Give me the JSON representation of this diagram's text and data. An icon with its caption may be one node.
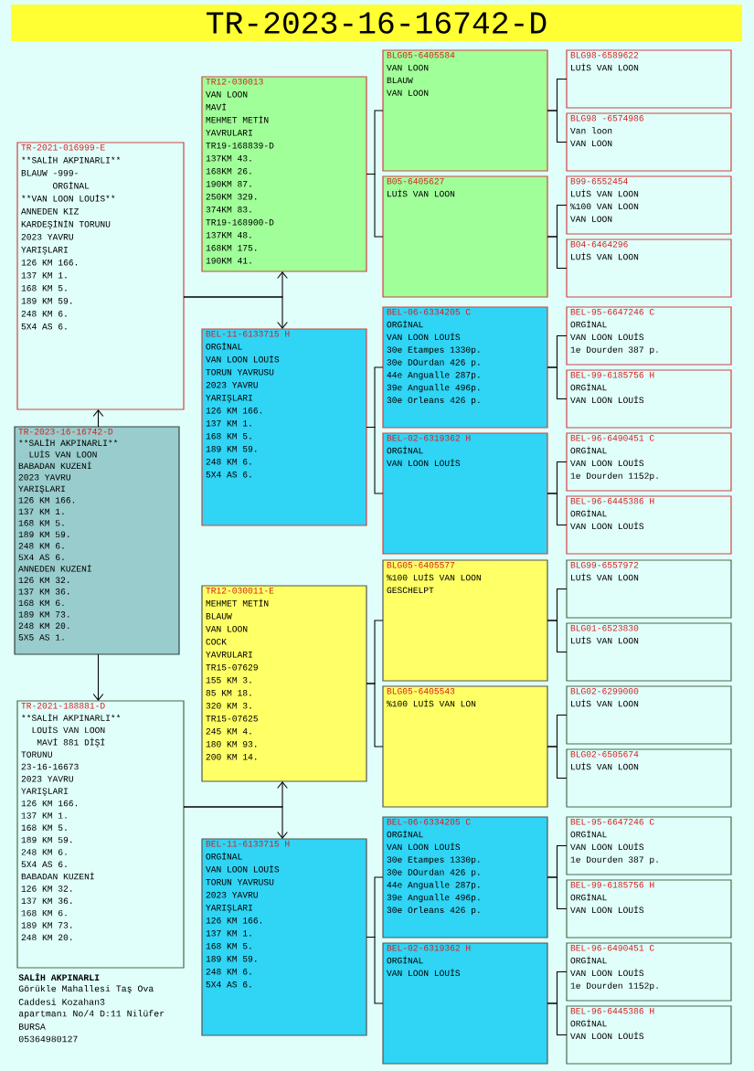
{
  "diagram": {
    "title": "TR-2023-16-16742-D",
    "nodes": [
      {
        "text": [
          "TR-2021-016999-E",
          "**SALİH AKPINARLI**",
          "BLAUW -999-",
          "ORGİNAL",
          "**VAN LOON LOUİS**",
          "ANNEDEN KIZ",
          "KARDEŞİNİN TORUNU",
          "2023 YAVRU",
          "YARIŞLARI",
          "126 KM 166.",
          "137 KM 1.",
          "168 KM 5.",
          "189 KM 59.",
          "248 KM 6.",
          "5X4 AS 6."
        ]
      },
      {
        "text": [
          "TR-2023-16-16742-D",
          "**SALİH AKPINARLI**",
          "LUİS VAN LOON",
          "BABADAN KUZENİ",
          "2023 YAVRU",
          "YARIŞLARI",
          "126 KM 166.",
          "137 KM 1.",
          "168 KM 5.",
          "189 KM 59.",
          "248 KM 6.",
          "5X4 AS 6.",
          "ANNEDEN KUZENİ",
          "126 KM 32.",
          "137 KM 36.",
          "168 KM 6.",
          "189 KM 73.",
          "248 KM 20.",
          "5X5 AS 1."
        ]
      },
      {
        "text": [
          "TR-2021-188881-D",
          "**SALİH AKPINARLI**",
          "LOUİS VAN LOON",
          "MAVİ 881 DİŞİ",
          "TORUNU",
          "23-16-16673",
          "2023 YAVRU",
          "YARIŞLARI",
          "126 KM 166.",
          "137 KM 1.",
          "168 KM 5.",
          "189 KM 59.",
          "248 KM 6.",
          "5X4 AS 6.",
          "BABADAN KUZENİ",
          "126 KM 32.",
          "137 KM 36.",
          "168 KM 6.",
          "189 KM 73.",
          "248 KM 20."
        ]
      },
      {
        "text": [
          "TR12-030013",
          "VAN LOON",
          "MAVİ",
          "MEHMET METİN",
          "YAVRULARI",
          "TR19-168839-D",
          "137KM 43.",
          "168KM 26.",
          "190KM 87.",
          "250KM 329.",
          "374KM 83.",
          "TR19-168900-D",
          "137KM 48.",
          "168KM 175.",
          "190KM 41."
        ]
      },
      {
        "text": [
          "BEL-11-6133715 H",
          "ORGİNAL",
          "VAN LOON LOUİS",
          "TORUN YAVRUSU",
          "2023 YAVRU",
          "YARIŞLARI",
          "126 KM 166.",
          "137 KM 1.",
          "168 KM 5.",
          "189 KM 59.",
          "248 KM 6.",
          "5X4 AS 6."
        ]
      },
      {
        "text": [
          "TR12-030011-E",
          "MEHMET METİN",
          "BLAUW",
          "VAN LOON",
          "COCK",
          "YAVRULARI",
          "TR15-07629",
          "155 KM 3.",
          "85 KM 18.",
          "320 KM 3.",
          "TR15-07625",
          "245 KM 4.",
          "180 KM 93.",
          "200 KM 14."
        ]
      },
      {
        "text": [
          "BEL-11-6133715 H",
          "ORGİNAL",
          "VAN LOON LOUİS",
          "TORUN YAVRUSU",
          "2023 YAVRU",
          "YARIŞLARI",
          "126 KM 166.",
          "137 KM 1.",
          "168 KM 5.",
          "189 KM 59.",
          "248 KM 6.",
          "5X4 AS 6."
        ]
      },
      {
        "text": [
          "BLG05-6405584",
          "VAN LOON",
          "BLAUW",
          "VAN LOON"
        ]
      },
      {
        "text": [
          "B05-6405627",
          "LUİS VAN LOON"
        ]
      },
      {
        "text": [
          "BEL-06-6334205 C",
          "ORGİNAL",
          "VAN LOON LOUİS",
          "30e Etampes 1330p.",
          "30e DOurdan 426 p.",
          "44e Angualle 287p.",
          "39e Angualle 496p.",
          "30e Orleans 426 p."
        ]
      },
      {
        "text": [
          "BEL-02-6319362 H",
          "ORGİNAL",
          "VAN LOON LOUİS"
        ]
      },
      {
        "text": [
          "BLG05-6405577",
          "%100 LUİS VAN LOON",
          "GESCHELPT"
        ]
      },
      {
        "text": [
          "BLG05-6405543",
          "%100 LUİS VAN LON"
        ]
      },
      {
        "text": [
          "BEL-06-6334205 C",
          "ORGİNAL",
          "VAN LOON LOUİS",
          "30e Etampes 1330p.",
          "30e DOurdan 426 p.",
          "44e Angualle 287p.",
          "39e Angualle 496p.",
          "30e Orleans 426 p."
        ]
      },
      {
        "text": [
          "BEL-02-6319362 H",
          "ORGİNAL",
          "VAN LOON LOUİS"
        ]
      },
      {
        "text": [
          "BLG98-6589622",
          "LUİS VAN LOON"
        ]
      },
      {
        "text": [
          "BLG98 -6574986",
          "Van loon",
          "VAN LOON"
        ]
      },
      {
        "text": [
          "B99-6552454",
          "LUİS VAN LOON",
          "%100 VAN LOON",
          "VAN LOON"
        ]
      },
      {
        "text": [
          "B04-6464296",
          "LUİS VAN LOON"
        ]
      },
      {
        "text": [
          "BEL-95-6647246 C",
          "ORGİNAL",
          "VAN LOON LOUİS",
          "1e Dourden 387 p."
        ]
      },
      {
        "text": [
          "BEL-99-6185756 H",
          "ORGİNAL",
          "VAN LOON LOUİS"
        ]
      },
      {
        "text": [
          "BEL-96-6490451 C",
          "ORGİNAL",
          "VAN LOON LOUİS",
          "1e Dourden 1152p."
        ]
      },
      {
        "text": [
          "BEL-96-6445386 H",
          "ORGİNAL",
          "VAN LOON LOUİS"
        ]
      },
      {
        "text": [
          "BLG99-6557972",
          "LUİS VAN LOON"
        ]
      },
      {
        "text": [
          "BLG01-6523830",
          "LUİS VAN LOON"
        ]
      },
      {
        "text": [
          "BLG02-6299000",
          "LUİS VAN LOON"
        ]
      },
      {
        "text": [
          "BLG02-6505674",
          "LUİS VAN LOON"
        ]
      },
      {
        "text": [
          "BEL-95-6647246 C",
          "ORGİNAL",
          "VAN LOON LOUİS",
          "1e Dourden 387 p."
        ]
      },
      {
        "text": [
          "BEL-99-6185756 H",
          "ORGİNAL",
          "VAN LOON LOUİS"
        ]
      },
      {
        "text": [
          "BEL-96-6490451 C",
          "ORGİNAL",
          "VAN LOON LOUİS",
          "1e Dourden 1152p."
        ]
      },
      {
        "text": [
          "BEL-96-6445386 H",
          "ORGİNAL",
          "VAN LOON LOUİS"
        ]
      }
    ],
    "edges": [
      {
        "from": 1,
        "to": 0,
        "arrow": "to"
      },
      {
        "from": 1,
        "to": 2,
        "arrow": "to"
      },
      {
        "from": 0,
        "to": 3,
        "arrow": "to"
      },
      {
        "from": 0,
        "to": 4,
        "arrow": "to"
      },
      {
        "from": 2,
        "to": 5,
        "arrow": "to"
      },
      {
        "from": 2,
        "to": 6,
        "arrow": "to"
      },
      {
        "from": 3,
        "to": 7,
        "arrow": "none"
      },
      {
        "from": 3,
        "to": 8,
        "arrow": "none"
      },
      {
        "from": 4,
        "to": 9,
        "arrow": "none"
      },
      {
        "from": 4,
        "to": 10,
        "arrow": "none"
      },
      {
        "from": 5,
        "to": 11,
        "arrow": "none"
      },
      {
        "from": 5,
        "to": 12,
        "arrow": "none"
      },
      {
        "from": 6,
        "to": 13,
        "arrow": "none"
      },
      {
        "from": 6,
        "to": 14,
        "arrow": "none"
      },
      {
        "from": 7,
        "to": 15,
        "arrow": "none"
      },
      {
        "from": 7,
        "to": 16,
        "arrow": "none"
      },
      {
        "from": 8,
        "to": 17,
        "arrow": "none"
      },
      {
        "from": 8,
        "to": 18,
        "arrow": "none"
      },
      {
        "from": 9,
        "to": 19,
        "arrow": "none"
      },
      {
        "from": 9,
        "to": 20,
        "arrow": "none"
      },
      {
        "from": 10,
        "to": 21,
        "arrow": "none"
      },
      {
        "from": 10,
        "to": 22,
        "arrow": "none"
      },
      {
        "from": 11,
        "to": 23,
        "arrow": "none"
      },
      {
        "from": 11,
        "to": 24,
        "arrow": "none"
      },
      {
        "from": 12,
        "to": 25,
        "arrow": "none"
      },
      {
        "from": 12,
        "to": 26,
        "arrow": "none"
      },
      {
        "from": 13,
        "to": 27,
        "arrow": "none"
      },
      {
        "from": 13,
        "to": 28,
        "arrow": "none"
      },
      {
        "from": 14,
        "to": 29,
        "arrow": "none"
      },
      {
        "from": 14,
        "to": 30,
        "arrow": "none"
      }
    ],
    "labels": [
      "SALİH AKPINARLI",
      "Görükle Mahallesi Taş Ova",
      "Caddesi Kozahan3",
      "apartmanı No/4 D:11 Nilüfer",
      "BURSA",
      "05364980127"
    ]
  }
}
